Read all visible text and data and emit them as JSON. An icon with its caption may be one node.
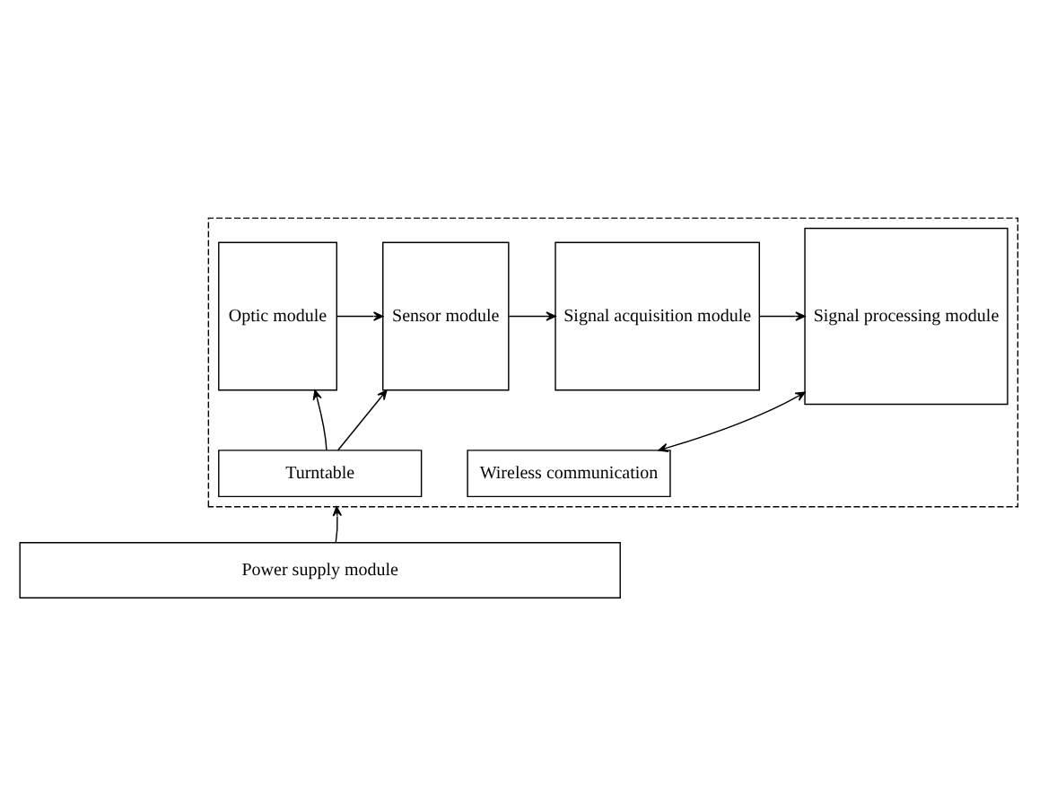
{
  "diagram": {
    "nodes": [
      {
        "text": [],
        "shape": "box"
      },
      {
        "text": [
          "Optic module"
        ],
        "in": 0
      },
      {
        "text": [
          "Sensor module"
        ],
        "in": 0
      },
      {
        "text": [
          "Signal acquisition module"
        ],
        "in": 0
      },
      {
        "text": [
          "Signal processing module"
        ],
        "in": 0
      },
      {
        "text": [
          "Turntable"
        ],
        "in": 0
      },
      {
        "text": [
          "Wireless communication"
        ],
        "in": 0
      },
      {
        "text": [
          "Power supply module"
        ]
      }
    ],
    "edges": [
      {
        "from": 1,
        "to": 2,
        "arrow": "to"
      },
      {
        "from": 2,
        "to": 3,
        "arrow": "to"
      },
      {
        "from": 3,
        "to": 4,
        "arrow": "to"
      },
      {
        "from": 5,
        "to": 1,
        "arrow": "to"
      },
      {
        "from": 5,
        "to": 2,
        "arrow": "to"
      },
      {
        "from": 6,
        "to": 4,
        "arrow": "both"
      },
      {
        "from": 7,
        "to": 0,
        "arrow": "to"
      }
    ]
  }
}
